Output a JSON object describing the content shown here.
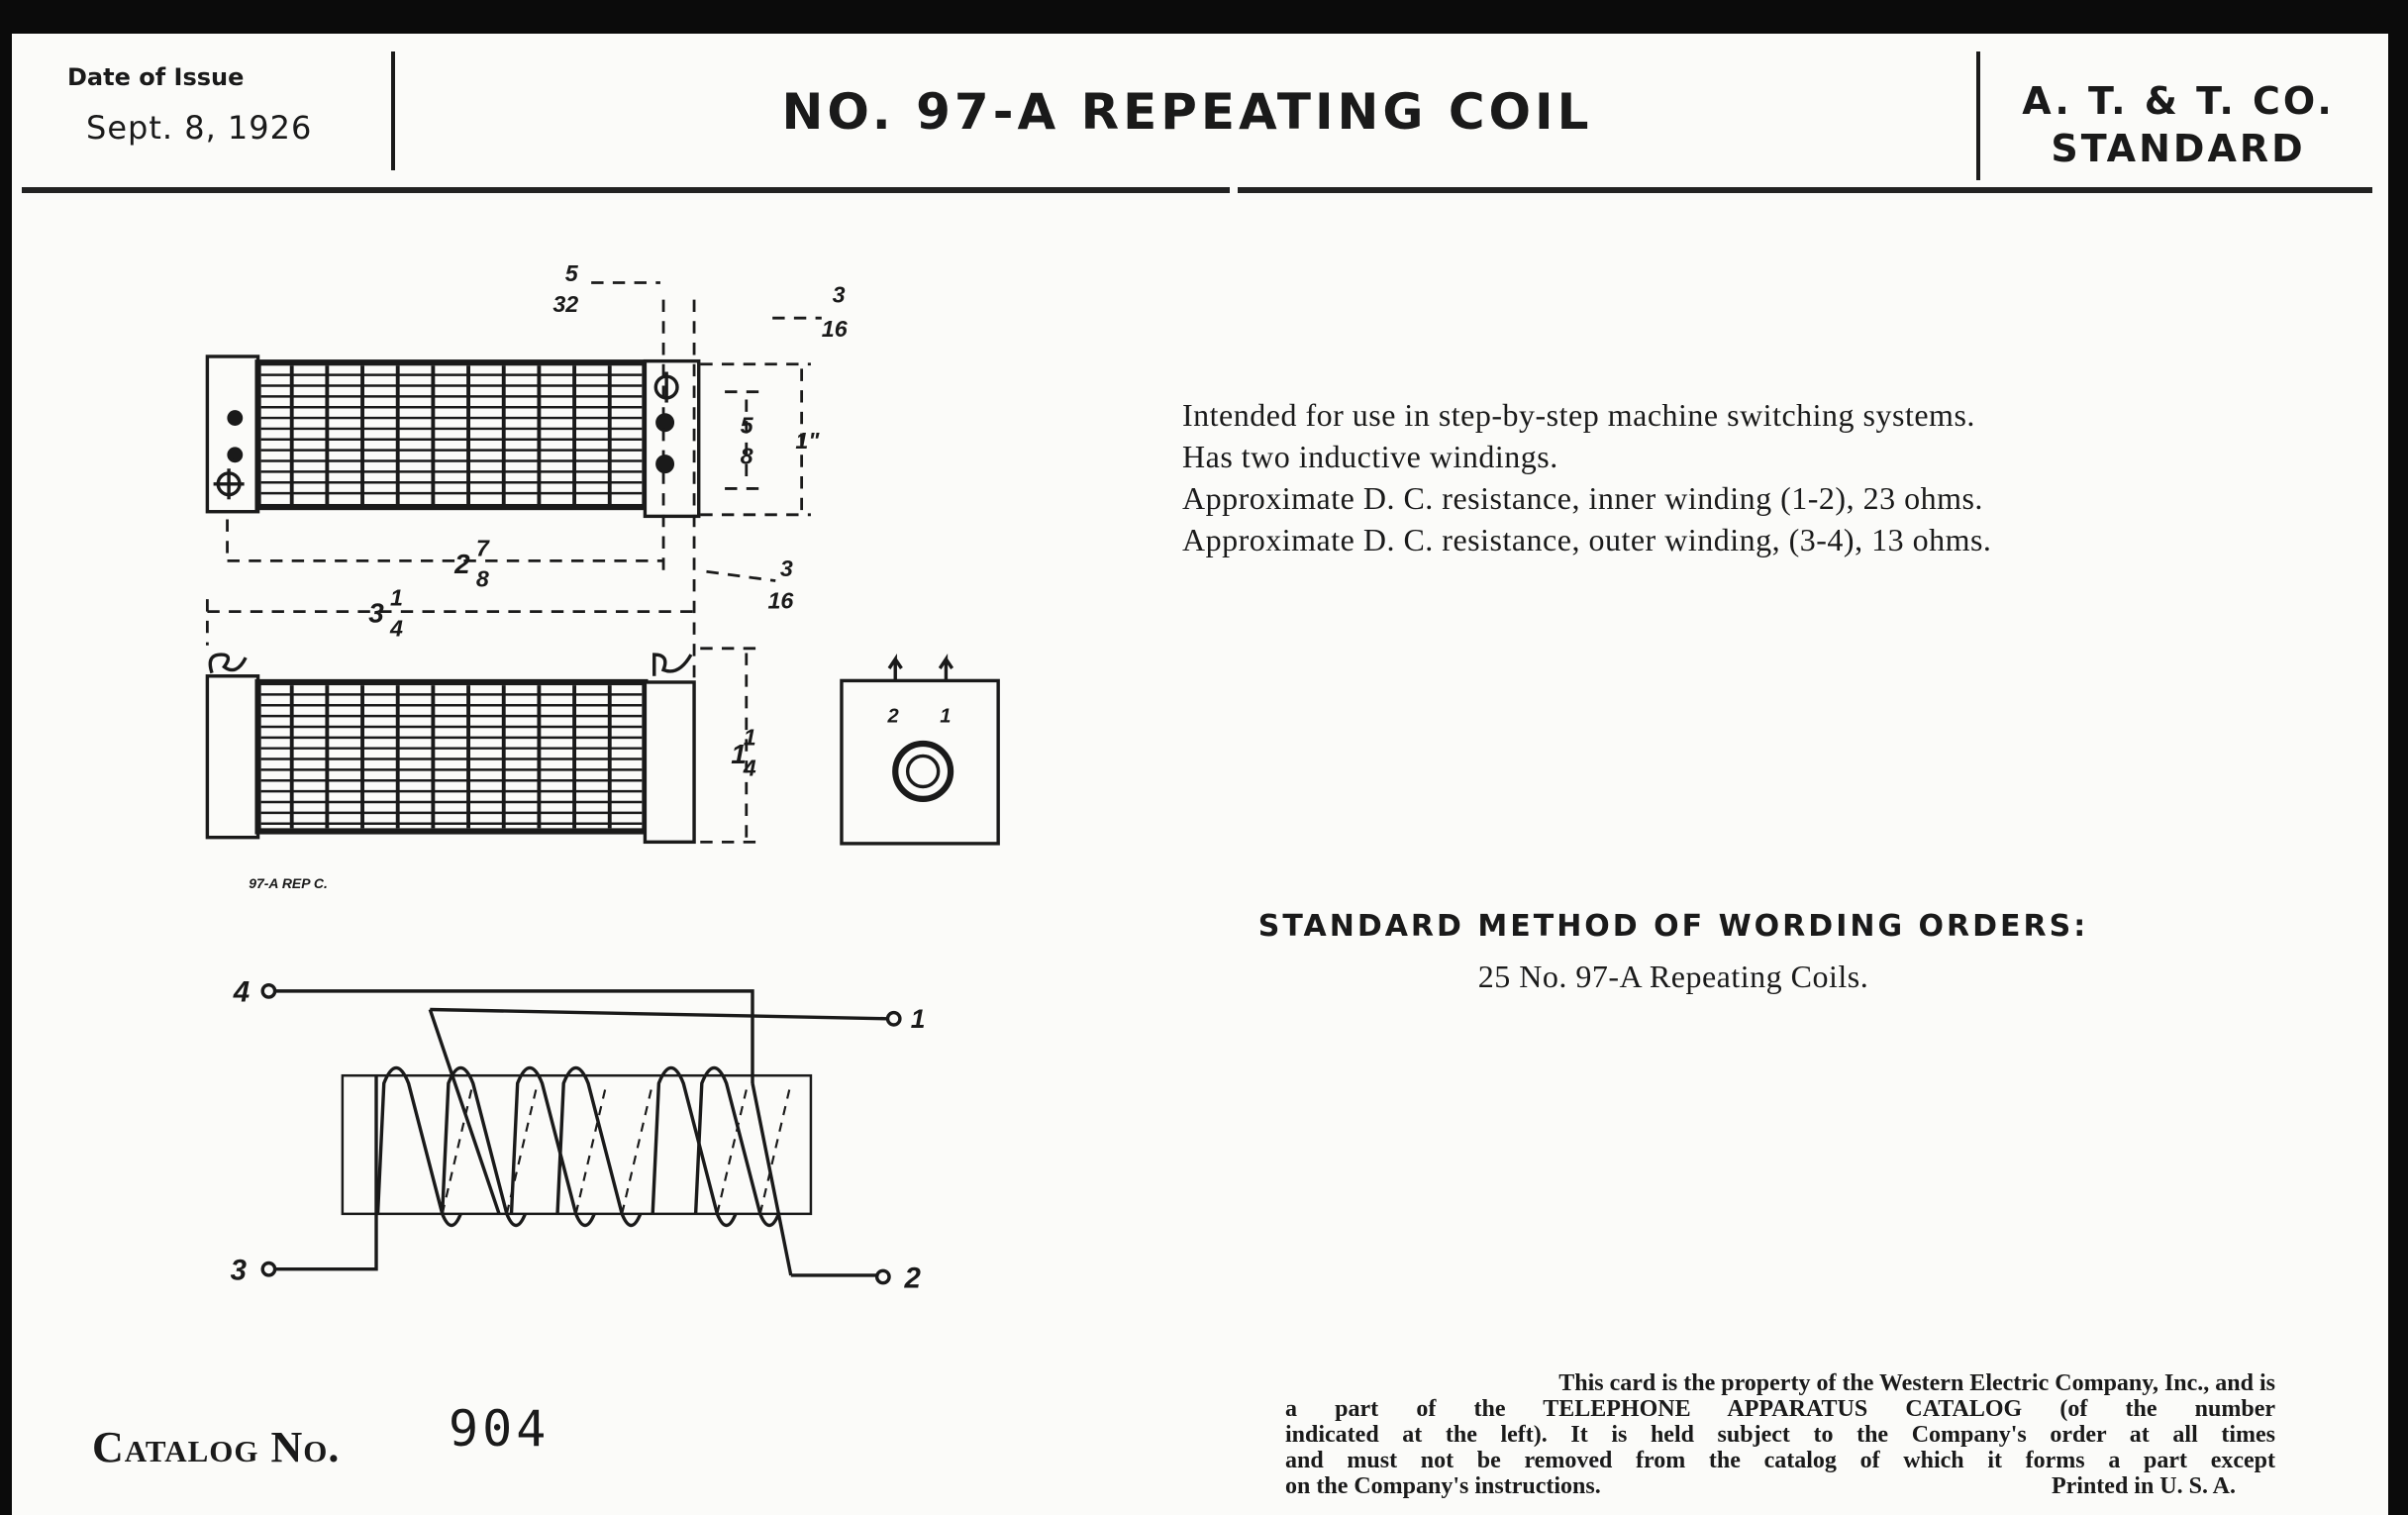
{
  "header": {
    "date_label": "Date of Issue",
    "date_value": "Sept. 8, 1926",
    "title": "NO. 97-A REPEATING COIL",
    "standard_line1": "A. T. & T. CO.",
    "standard_line2": "STANDARD"
  },
  "description": [
    "Intended for use in step-by-step machine switching systems.",
    "Has two inductive windings.",
    "Approximate D. C. resistance, inner winding (1-2), 23 ohms.",
    "Approximate D. C. resistance, outer winding, (3-4), 13 ohms."
  ],
  "drawing": {
    "dim_5_32_num": "5",
    "dim_5_32_den": "32",
    "dim_3_16a_num": "3",
    "dim_3_16a_den": "16",
    "dim_5_8_num": "5",
    "dim_5_8_den": "8",
    "dim_1": "1\"",
    "dim_2_7_8_whole": "2",
    "dim_2_7_8_num": "7",
    "dim_2_7_8_den": "8",
    "dim_3_16b_num": "3",
    "dim_3_16b_den": "16",
    "dim_3_1_4_whole": "3",
    "dim_3_1_4_num": "1",
    "dim_3_1_4_den": "4",
    "dim_1_1_4_whole": "1",
    "dim_1_1_4_num": "1",
    "dim_1_1_4_den": "4",
    "end_terminal_left": "2",
    "end_terminal_right": "1",
    "caption": "97-A REP C."
  },
  "schematic": {
    "terminal_4": "4",
    "terminal_1": "1",
    "terminal_3": "3",
    "terminal_2": "2"
  },
  "ordering": {
    "heading": "STANDARD METHOD OF WORDING ORDERS:",
    "example": "25 No. 97-A Repeating Coils."
  },
  "catalog": {
    "label": "Catalog No.",
    "number": "904"
  },
  "footer": {
    "notice_lines": [
      "This card is the property of the Western Electric Company, Inc., and is",
      "a part of the TELEPHONE APPARATUS CATALOG (of the number",
      "indicated at the left).  It is held subject to the Company's order at all times",
      "and must not be removed from the catalog of which it forms a part except"
    ],
    "notice_last": "on the Company's instructions.",
    "printed": "Printed in U. S. A."
  }
}
